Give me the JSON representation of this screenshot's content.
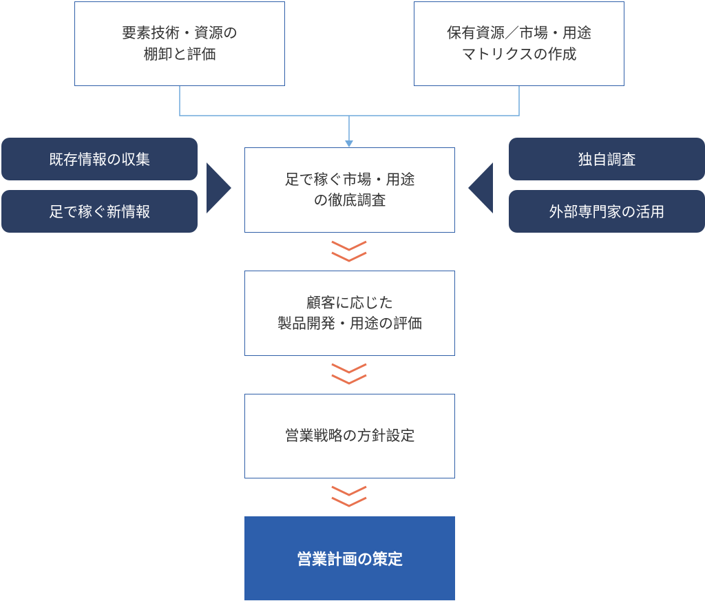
{
  "top_left_box": "要素技術・資源の\n棚卸と評価",
  "top_right_box": "保有資源／市場・用途\nマトリクスの作成",
  "left_items": [
    "既存情報の収集",
    "足で稼ぐ新情報"
  ],
  "right_items": [
    "独自調査",
    "外部専門家の活用"
  ],
  "steps": [
    "足で稼ぐ市場・用途\nの徹底調査",
    "顧客に応じた\n製品開発・用途の評価",
    "営業戦略の方針設定"
  ],
  "final_step": "営業計画の策定",
  "colors": {
    "box_border": "#2f5fa8",
    "pill": "#2c3e62",
    "final": "#2d5fac",
    "connector": "#6fa8dc",
    "chevron": "#e8724f"
  }
}
